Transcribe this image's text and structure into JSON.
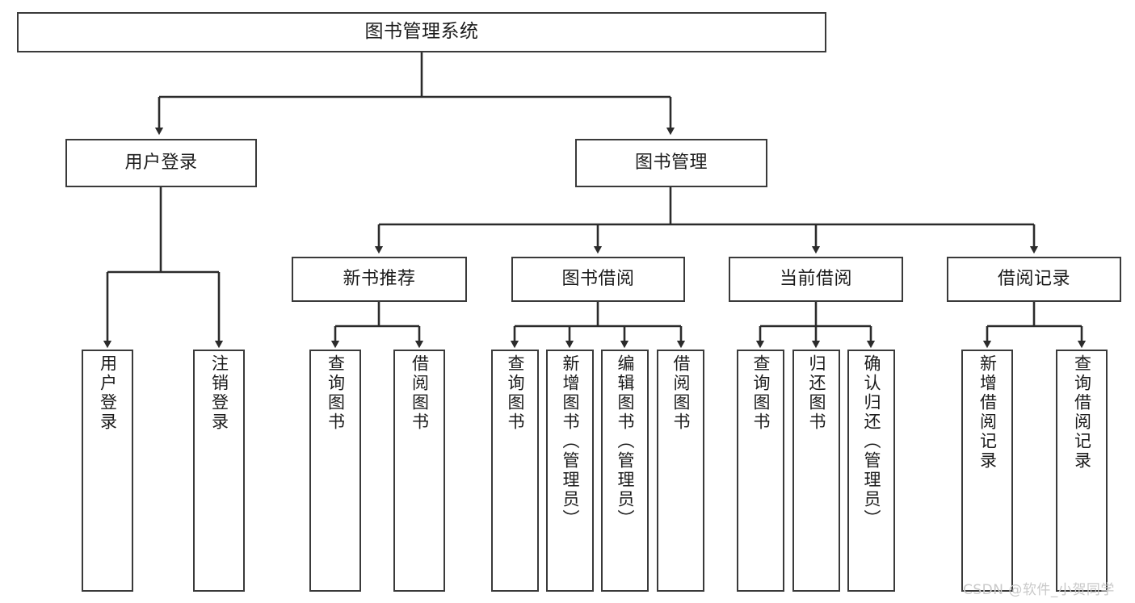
{
  "diagram": {
    "title": "图书管理系统",
    "type": "tree-hierarchy-diagram",
    "colors": {
      "box_border": "#3a3a3a",
      "box_fill": "#ffffff",
      "edge": "#2b2b2b",
      "text": "#1b1b1b",
      "watermark": "#c9c9c9",
      "background": "#ffffff"
    },
    "root": {
      "label": "图书管理系统"
    },
    "level2": [
      {
        "label": "用户登录"
      },
      {
        "label": "图书管理"
      }
    ],
    "level3": [
      {
        "label": "新书推荐"
      },
      {
        "label": "图书借阅"
      },
      {
        "label": "当前借阅"
      },
      {
        "label": "借阅记录"
      }
    ],
    "leaves": {
      "user_login": [
        {
          "label": "用户登录"
        },
        {
          "label": "注销登录"
        }
      ],
      "new_book_recommend": [
        {
          "label": "查询图书"
        },
        {
          "label": "借阅图书"
        }
      ],
      "book_borrow": [
        {
          "label": "查询图书"
        },
        {
          "label": "新增图书（管理员）"
        },
        {
          "label": "编辑图书（管理员）"
        },
        {
          "label": "借阅图书"
        }
      ],
      "current_borrow": [
        {
          "label": "查询图书"
        },
        {
          "label": "归还图书"
        },
        {
          "label": "确认归还（管理员）"
        }
      ],
      "borrow_record": [
        {
          "label": "新增借阅记录"
        },
        {
          "label": "查询借阅记录"
        }
      ]
    }
  },
  "watermark": {
    "text": "CSDN @软件_小贺同学"
  }
}
